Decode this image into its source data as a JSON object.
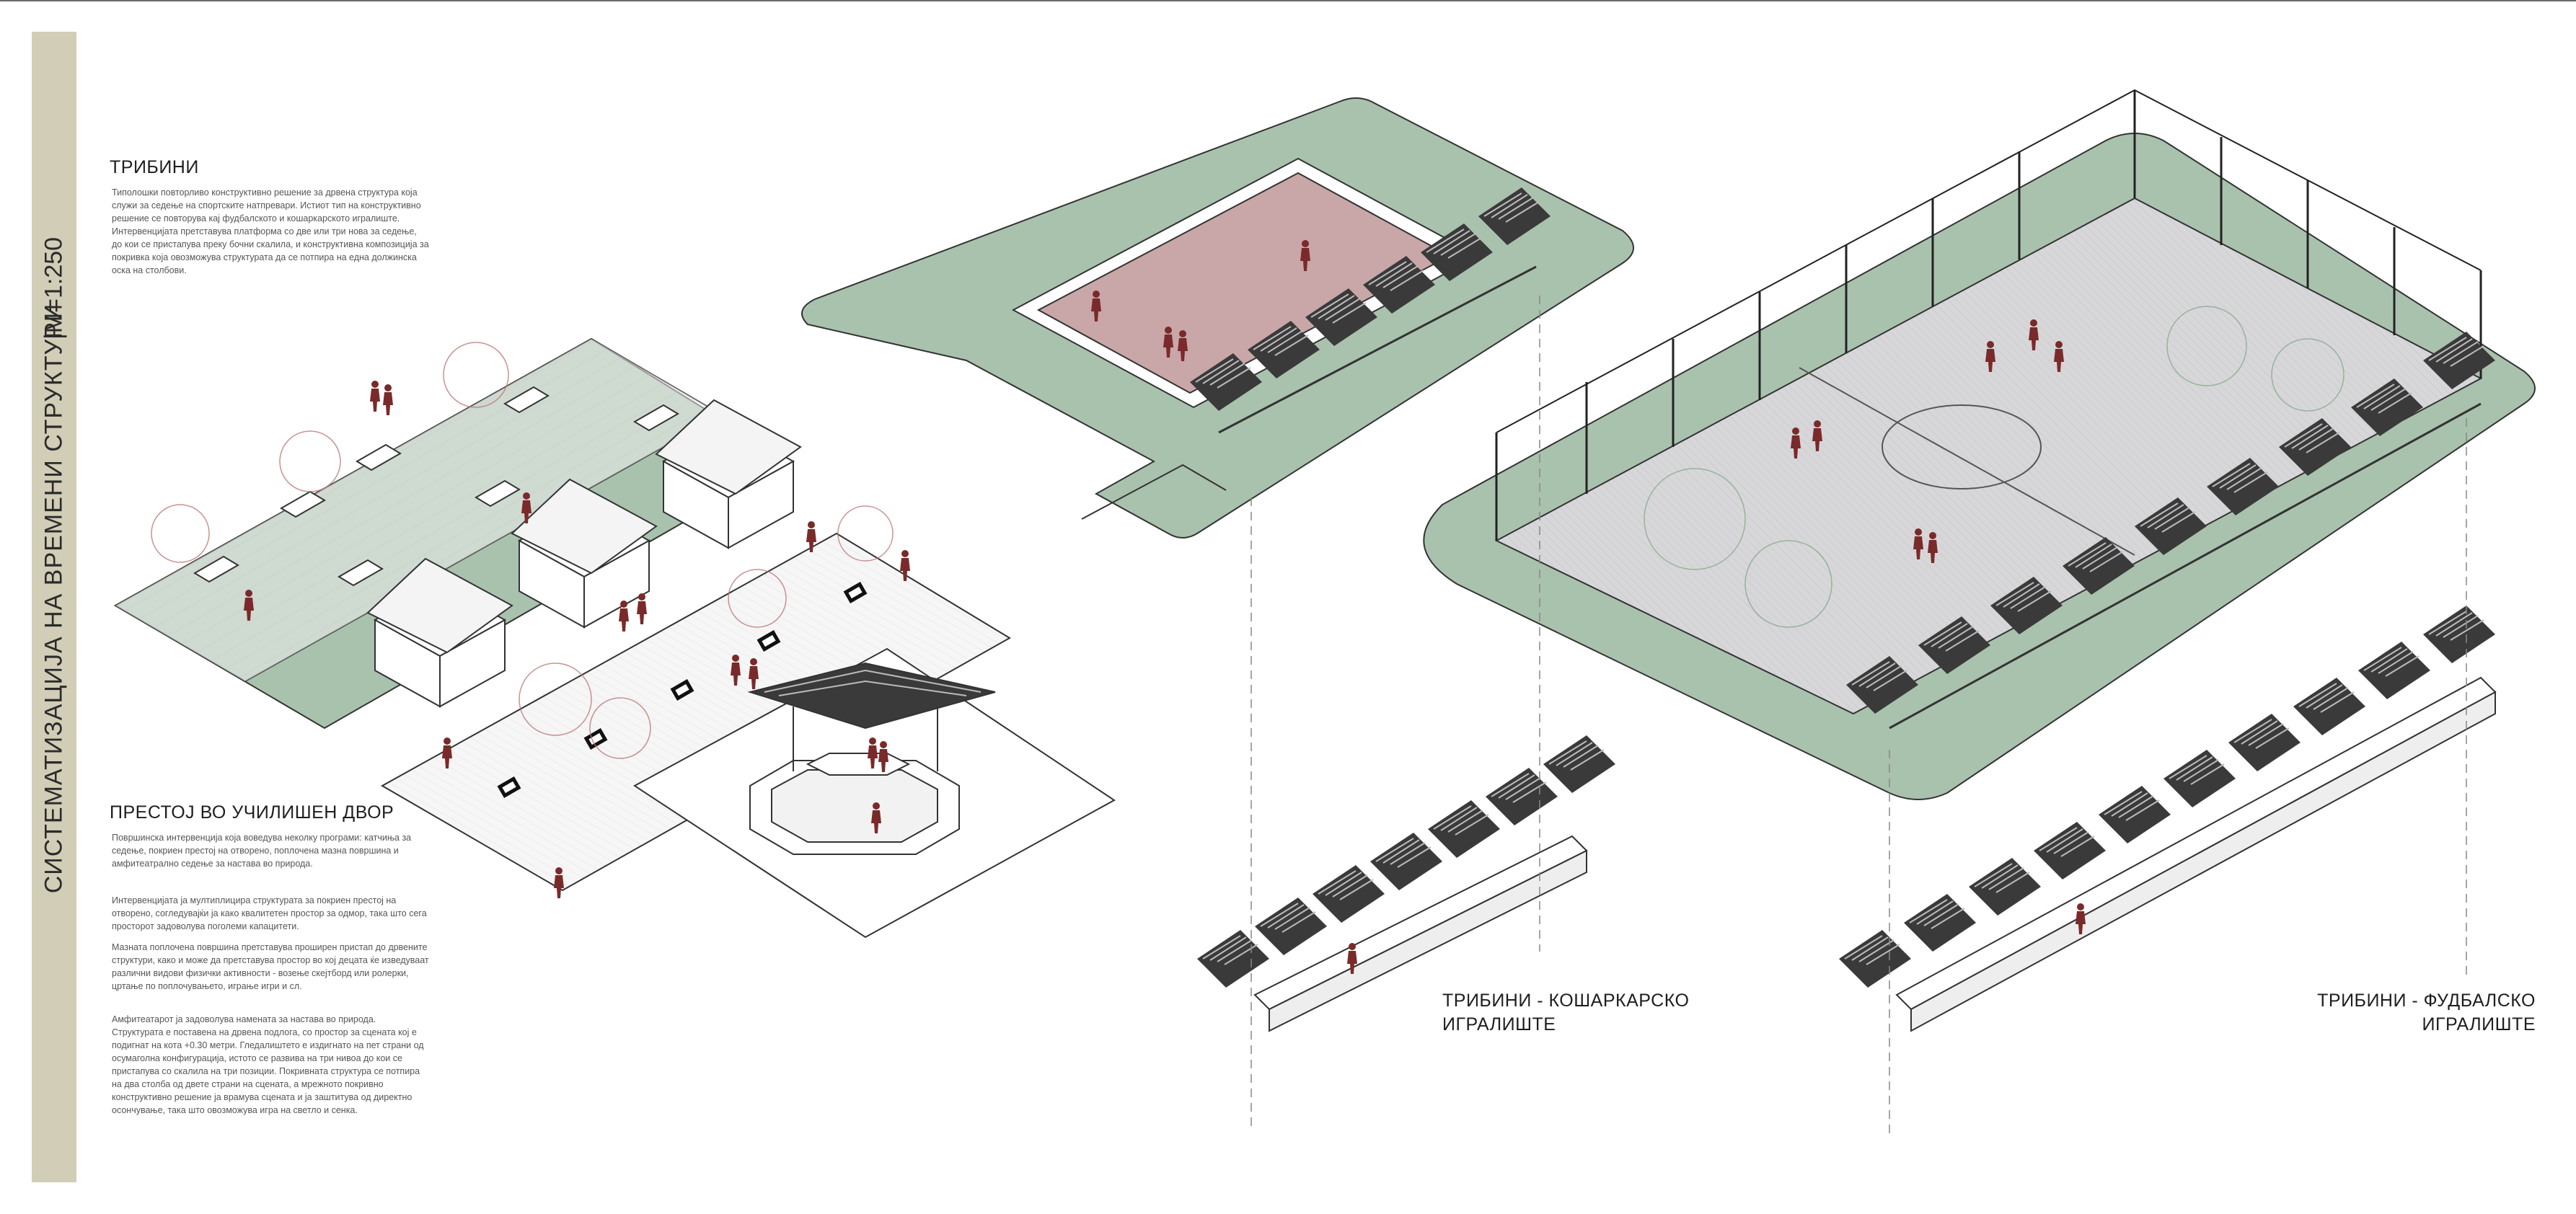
{
  "sheet": {
    "title": "СИСТЕМАТИЗАЦИЈА НА ВРЕМЕНИ СТРУКТУРИ",
    "scale": "|M=1:250"
  },
  "tribini": {
    "heading": "ТРИБИНИ",
    "body": "Типолошки повторливо конструктивно решение за дрвена структура која служи за седење на спортските натпревари. Истиот тип на конструктивно решение се повторува кај фудбалското и кошаркарското игралиште. Интервенцијата претставува платформа со две или три нова за седење, до кои се пристапува преку бочни скалила, и конструктивна композиција за покривка која овозможува структурата да се потпира на една должинска оска на столбови."
  },
  "prestoj": {
    "heading": "ПРЕСТОЈ ВО УЧИЛИШЕН ДВОР",
    "paragraphs": [
      "Површинска интервенција која воведува неколку програми: катчиња за седење, покриен престој на отворено, поплочена мазна површина и амфитеатрално седење за настава во природа.",
      "Интервенцијата ја мултиплицира структурата за покриен престој на отворено, согледувајќи ја како квалитетен простор за одмор, така што сега просторот задоволува поголеми капацитети.",
      "Мазната поплочена површина претставува проширен пристап до дрвените структури, како и може да претставува простор во кој децата ќе изведуваат различни видови физички активности - возење скејтборд или ролерки, цртање по поплочувањето, играње игри и сл.",
      "Амфитеатарот ја задоволува намената за настава во природа. Структурата е поставена на дрвена подлога, со простор за сцената кој е подигнат на кота +0.30 метри. Гледалиштето е издигнато на пет страни од осумаголна конфигурација, истото се развива на три нивоа до кои се пристапува со скалила на три позиции. Покривната структура се потпира на два столба од двете страни на сцената, а мрежното покривно конструктивно решение ја врамува сцената и ја заштитува од директно осончување, така што овозможува игра на светло и сенка."
    ]
  },
  "captions": {
    "basketball": [
      "ТРИБИНИ - КОШАРКАРСКО",
      "ИГРАЛИШТЕ"
    ],
    "football": [
      "ТРИБИНИ - ФУДБАЛСКО",
      "ИГРАЛИШТЕ"
    ]
  },
  "colors": {
    "band": "#d2cdb6",
    "green": "#a9c2ae",
    "court": "#c9a6a8",
    "field": "#d9d9db",
    "figure": "#7a2a2a",
    "line": "#2a2a2a"
  }
}
